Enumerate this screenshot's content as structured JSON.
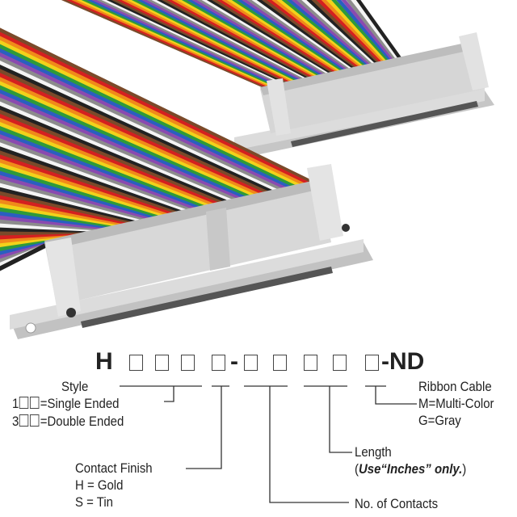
{
  "product_image": {
    "description_icon": "ribbon-cable-assembly-icon"
  },
  "part_number": {
    "prefix": "H",
    "separator": "-",
    "suffix": "-ND",
    "style_boxes": 3,
    "finish_boxes": 1,
    "contacts_boxes": 2,
    "length_boxes": 2,
    "ribbon_boxes": 1
  },
  "callouts": {
    "style": {
      "title": "Style",
      "option1_prefix": "1",
      "option1_text": "=Single Ended",
      "option2_prefix": "3",
      "option2_text": "=Double Ended"
    },
    "contact_finish": {
      "title": "Contact Finish",
      "option1": "H = Gold",
      "option2": "S = Tin"
    },
    "contacts": {
      "title": "No. of Contacts"
    },
    "length": {
      "title": "Length",
      "note_open": "(",
      "note_text": "Use“Inches” only.",
      "note_close": ")"
    },
    "ribbon": {
      "title": "Ribbon Cable",
      "option1": "M=Multi-Color",
      "option2": "G=Gray"
    }
  },
  "colors": {
    "wires": [
      "#7a4a2a",
      "#d42020",
      "#f08a1a",
      "#f2d21a",
      "#2e9a3a",
      "#2a5fc0",
      "#8a4ab0",
      "#8c8c8c",
      "#f4f4f4",
      "#222222"
    ],
    "connector": "#d4d4d4",
    "connector_shadow": "#a8a8a8"
  }
}
